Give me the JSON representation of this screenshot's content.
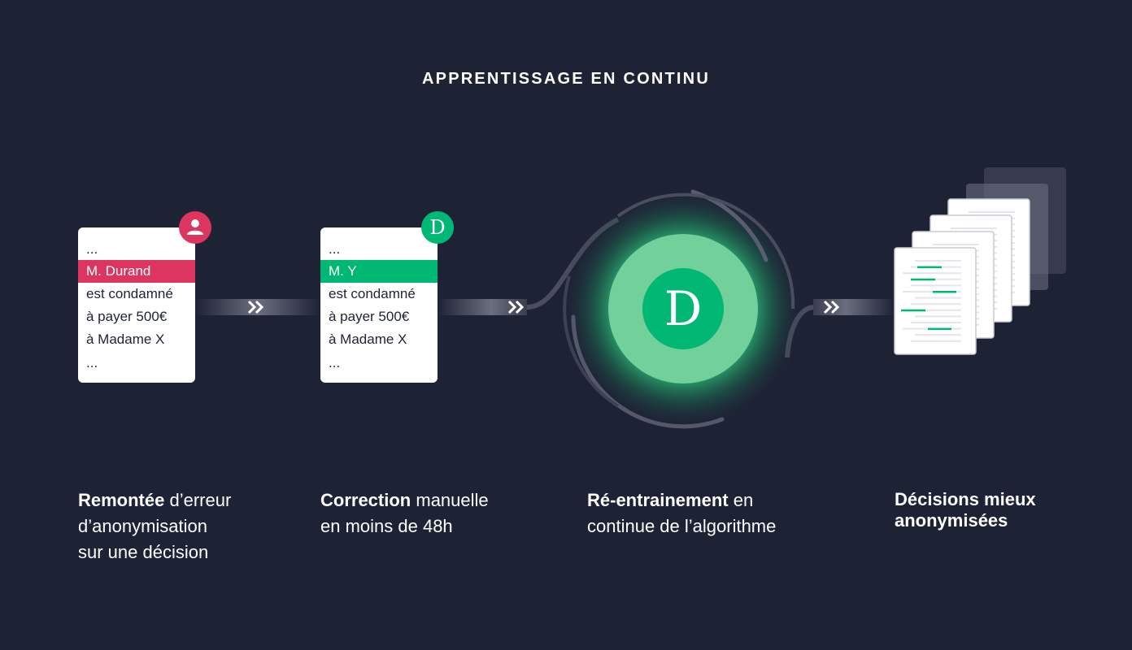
{
  "title": "APPRENTISSAGE EN CONTINU",
  "colors": {
    "background": "#1e2235",
    "error": "#dc355f",
    "accent": "#00b873",
    "disc": "#72d19a"
  },
  "card_error": {
    "lines": [
      "...",
      "M. Durand",
      "est condamné",
      "à payer 500€",
      "à Madame X",
      "..."
    ],
    "badge_icon": "user-icon"
  },
  "card_fixed": {
    "lines": [
      "...",
      "M. Y",
      "est condamné",
      "à payer 500€",
      "à Madame X",
      "..."
    ],
    "badge_letter": "D"
  },
  "center_logo_letter": "D",
  "captions": [
    {
      "bold": "Remontée",
      "rest": " d’erreur",
      "line2": "d’anonymisation",
      "line3": "sur une décision"
    },
    {
      "bold": "Correction",
      "rest": " manuelle",
      "line2": "en moins de 48h"
    },
    {
      "bold": "Ré-entrainement",
      "rest": " en",
      "line2": "continue de l’algorithme"
    },
    {
      "line1": "Décisions mieux",
      "line2": "anonymisées"
    }
  ]
}
